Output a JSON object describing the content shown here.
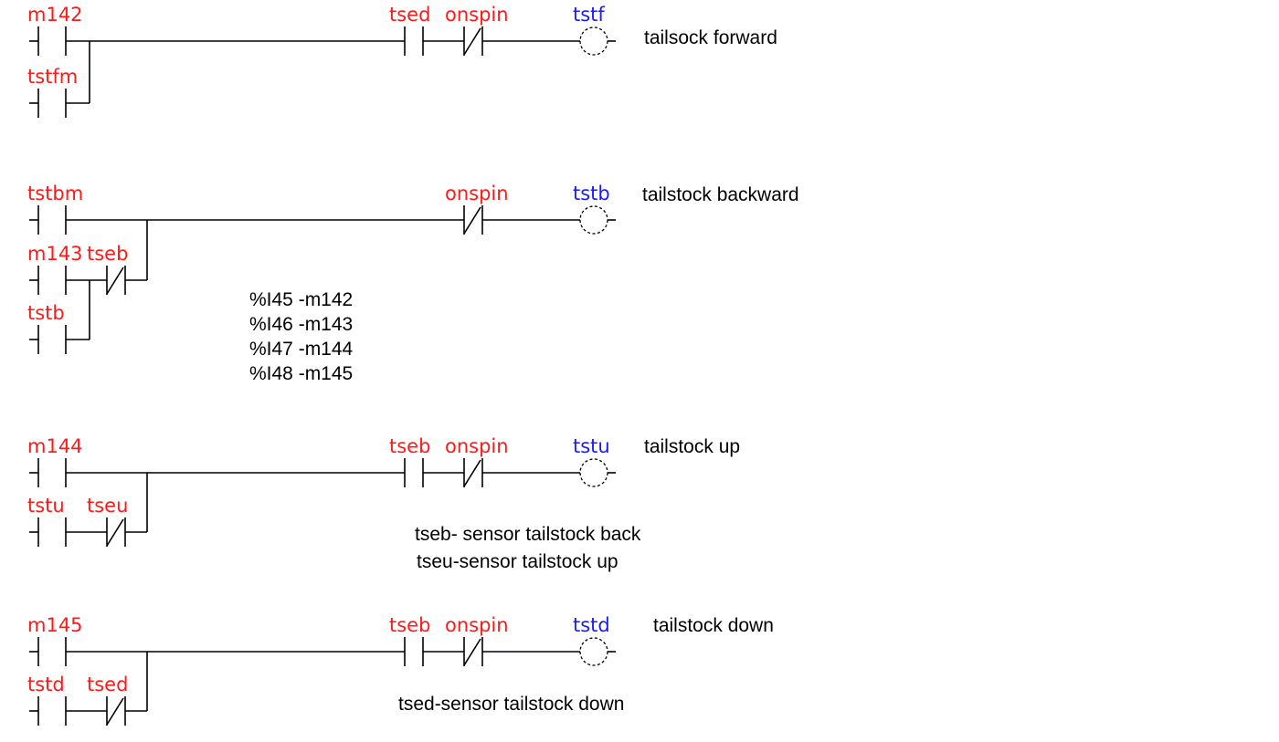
{
  "diagram": {
    "type": "ladder-logic",
    "colors": {
      "contact_label": "#ff1a1a",
      "coil_label": "#1a1aff",
      "wire": "#000000",
      "note": "#000000"
    },
    "rungs": [
      {
        "id": "rung-1",
        "branches": [
          {
            "contacts": [
              {
                "label": "m142",
                "type": "NO"
              }
            ]
          },
          {
            "contacts": [
              {
                "label": "tstfm",
                "type": "NO"
              }
            ]
          }
        ],
        "series": [
          {
            "label": "tsed",
            "type": "NO"
          },
          {
            "label": "onspin",
            "type": "NC"
          }
        ],
        "coil": {
          "label": "tstf"
        },
        "comment": "tailsock forward"
      },
      {
        "id": "rung-2",
        "branches": [
          {
            "contacts": [
              {
                "label": "tstbm",
                "type": "NO"
              }
            ]
          },
          {
            "contacts": [
              {
                "label": "m143",
                "type": "NO"
              },
              {
                "label": "tseb",
                "type": "NC"
              }
            ]
          },
          {
            "contacts": [
              {
                "label": "tstb",
                "type": "NO"
              }
            ]
          }
        ],
        "series": [
          {
            "label": "onspin",
            "type": "NC"
          }
        ],
        "coil": {
          "label": "tstb"
        },
        "comment": "tailstock backward"
      },
      {
        "id": "rung-3",
        "branches": [
          {
            "contacts": [
              {
                "label": "m144",
                "type": "NO"
              }
            ]
          },
          {
            "contacts": [
              {
                "label": "tstu",
                "type": "NO"
              },
              {
                "label": "tseu",
                "type": "NC"
              }
            ]
          }
        ],
        "series": [
          {
            "label": "tseb",
            "type": "NO"
          },
          {
            "label": "onspin",
            "type": "NC"
          }
        ],
        "coil": {
          "label": "tstu"
        },
        "comment": "tailstock up"
      },
      {
        "id": "rung-4",
        "branches": [
          {
            "contacts": [
              {
                "label": "m145",
                "type": "NO"
              }
            ]
          },
          {
            "contacts": [
              {
                "label": "tstd",
                "type": "NO"
              },
              {
                "label": "tsed",
                "type": "NC"
              }
            ]
          }
        ],
        "series": [
          {
            "label": "tseb",
            "type": "NO"
          },
          {
            "label": "onspin",
            "type": "NC"
          }
        ],
        "coil": {
          "label": "tstd"
        },
        "comment": "tailstock down"
      }
    ]
  },
  "notes": {
    "io_map": [
      "%I45 -m142",
      "%I46 -m143",
      "%I47 -m144",
      "%I48 -m145"
    ],
    "sensor_notes_1": [
      "tseb- sensor tailstock back",
      "tseu-sensor tailstock up"
    ],
    "sensor_notes_2": [
      "tsed-sensor tailstock down"
    ]
  }
}
